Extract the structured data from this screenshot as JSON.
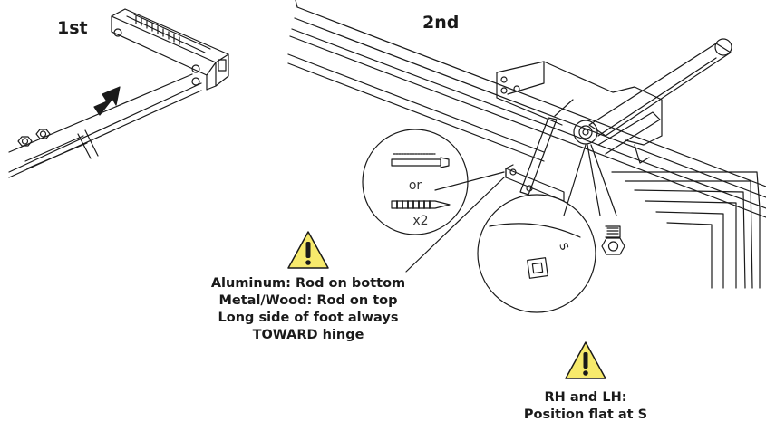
{
  "steps": {
    "first": "1st",
    "second": "2nd"
  },
  "callout": {
    "or_text": "or",
    "qty_text": "x2"
  },
  "warning_rod": {
    "lines": [
      "Aluminum: Rod on bottom",
      "Metal/Wood: Rod on top",
      "Long side of foot always",
      "TOWARD hinge"
    ]
  },
  "warning_flat": {
    "lines": [
      "RH and LH:",
      "Position flat at S"
    ]
  },
  "detail": {
    "s_mark": "S"
  },
  "colors": {
    "warning_fill": "#f7ea6c",
    "line": "#1a1a1a"
  }
}
